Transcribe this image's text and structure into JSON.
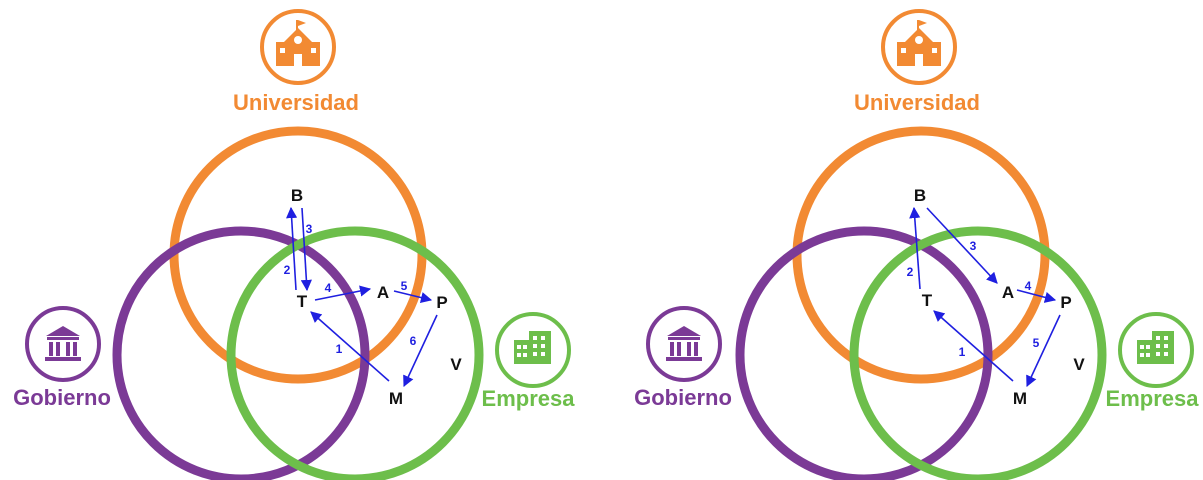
{
  "colors": {
    "universidad": "#F28A33",
    "gobierno": "#7B3A96",
    "empresa": "#6DBE4B",
    "arrow": "#1F1FE0",
    "text": "#111111"
  },
  "icons": {
    "universidad": "school-building-icon",
    "gobierno": "government-building-icon",
    "empresa": "office-building-icon"
  },
  "diagrams": [
    {
      "actors": {
        "universidad": "Universidad",
        "gobierno": "Gobierno",
        "empresa": "Empresa"
      },
      "nodes": [
        "B",
        "T",
        "A",
        "P",
        "M",
        "V"
      ],
      "steps": [
        {
          "label": "1",
          "from": "M",
          "to": "T"
        },
        {
          "label": "2",
          "from": "T",
          "to": "B"
        },
        {
          "label": "3",
          "from": "B",
          "to": "T"
        },
        {
          "label": "4",
          "from": "T",
          "to": "A"
        },
        {
          "label": "5",
          "from": "A",
          "to": "P"
        },
        {
          "label": "6",
          "from": "P",
          "to": "M"
        }
      ]
    },
    {
      "actors": {
        "universidad": "Universidad",
        "gobierno": "Gobierno",
        "empresa": "Empresa"
      },
      "nodes": [
        "B",
        "T",
        "A",
        "P",
        "M",
        "V"
      ],
      "steps": [
        {
          "label": "1",
          "from": "M",
          "to": "T"
        },
        {
          "label": "2",
          "from": "T",
          "to": "B"
        },
        {
          "label": "3",
          "from": "B",
          "to": "A"
        },
        {
          "label": "4",
          "from": "A",
          "to": "P"
        },
        {
          "label": "5",
          "from": "P",
          "to": "M"
        }
      ]
    }
  ]
}
